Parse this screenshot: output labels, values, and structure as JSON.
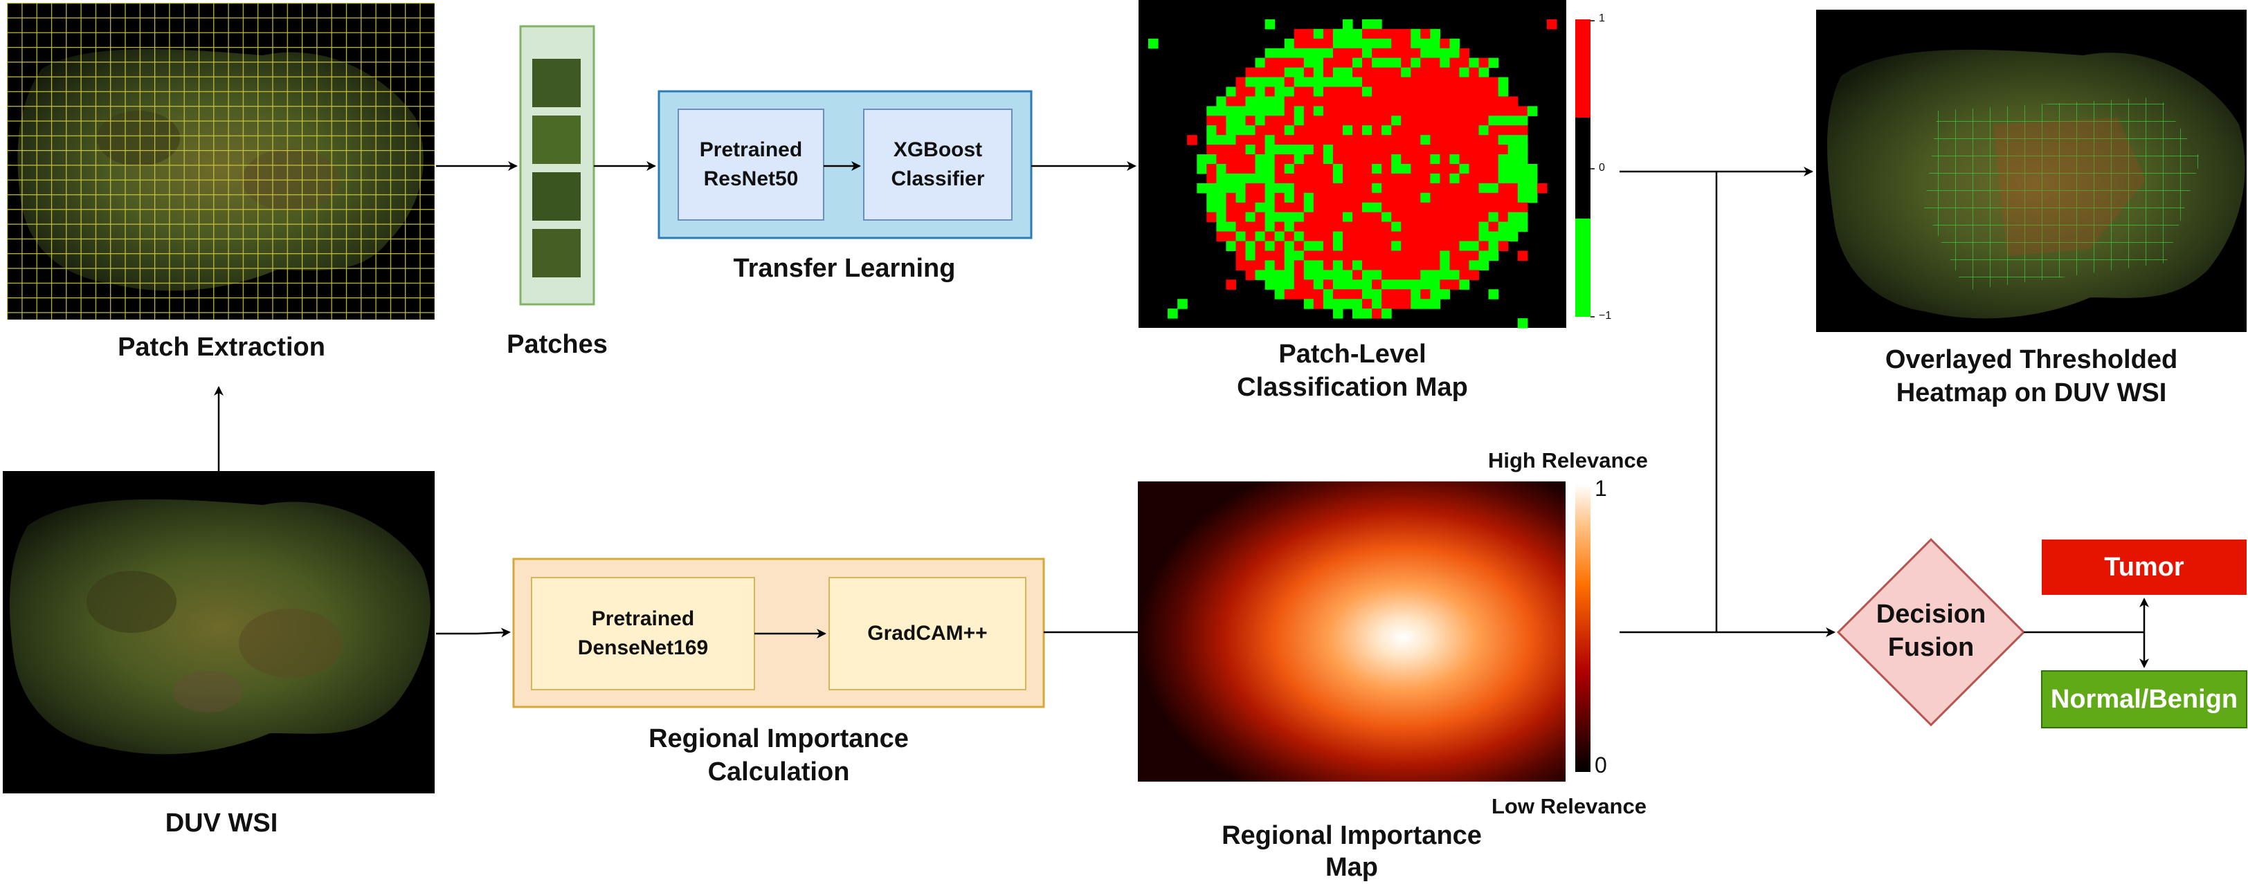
{
  "patch_extraction": {
    "caption": "Patch Extraction"
  },
  "patches": {
    "caption": "Patches"
  },
  "transfer_learning": {
    "caption": "Transfer Learning",
    "box1": "Pretrained ResNet50",
    "box2": "XGBoost Classifier"
  },
  "classification_map": {
    "caption_line1": "Patch-Level",
    "caption_line2": "Classification Map",
    "colorbar_ticks": [
      "1",
      "0",
      "−1"
    ]
  },
  "overlay": {
    "caption_line1": "Overlayed Thresholded",
    "caption_line2": "Heatmap on DUV WSI"
  },
  "duv_wsi": {
    "caption": "DUV WSI"
  },
  "regional_importance": {
    "caption_line1": "Regional Importance",
    "caption_line2": "Calculation",
    "box1": "Pretrained DenseNet169",
    "box2": "GradCAM++"
  },
  "importance_map": {
    "caption_line1": "Regional Importance",
    "caption_line2": "Map",
    "high_label": "High Relevance",
    "low_label": "Low Relevance",
    "tick_high": "1",
    "tick_low": "0"
  },
  "decision_fusion": {
    "label_line1": "Decision",
    "label_line2": "Fusion"
  },
  "outcomes": {
    "tumor": "Tumor",
    "normal": "Normal/Benign"
  },
  "colors": {
    "transfer_fill": "#b3dcef",
    "transfer_border": "#2a7bb6",
    "inner_blue_fill": "#dbe8fb",
    "inner_blue_border": "#6c8ebf",
    "regional_fill": "#fde3c5",
    "regional_border": "#d6a83a",
    "inner_yellow_fill": "#fff1cc",
    "inner_yellow_border": "#d6b656",
    "patches_fill": "#d5e8d4",
    "patches_border": "#82b366",
    "decision_fill": "#f8cecc",
    "decision_border": "#b85450",
    "tumor": "#e51400",
    "normal": "#60a917",
    "map_red": "#ff0000",
    "map_green": "#00ff00"
  }
}
